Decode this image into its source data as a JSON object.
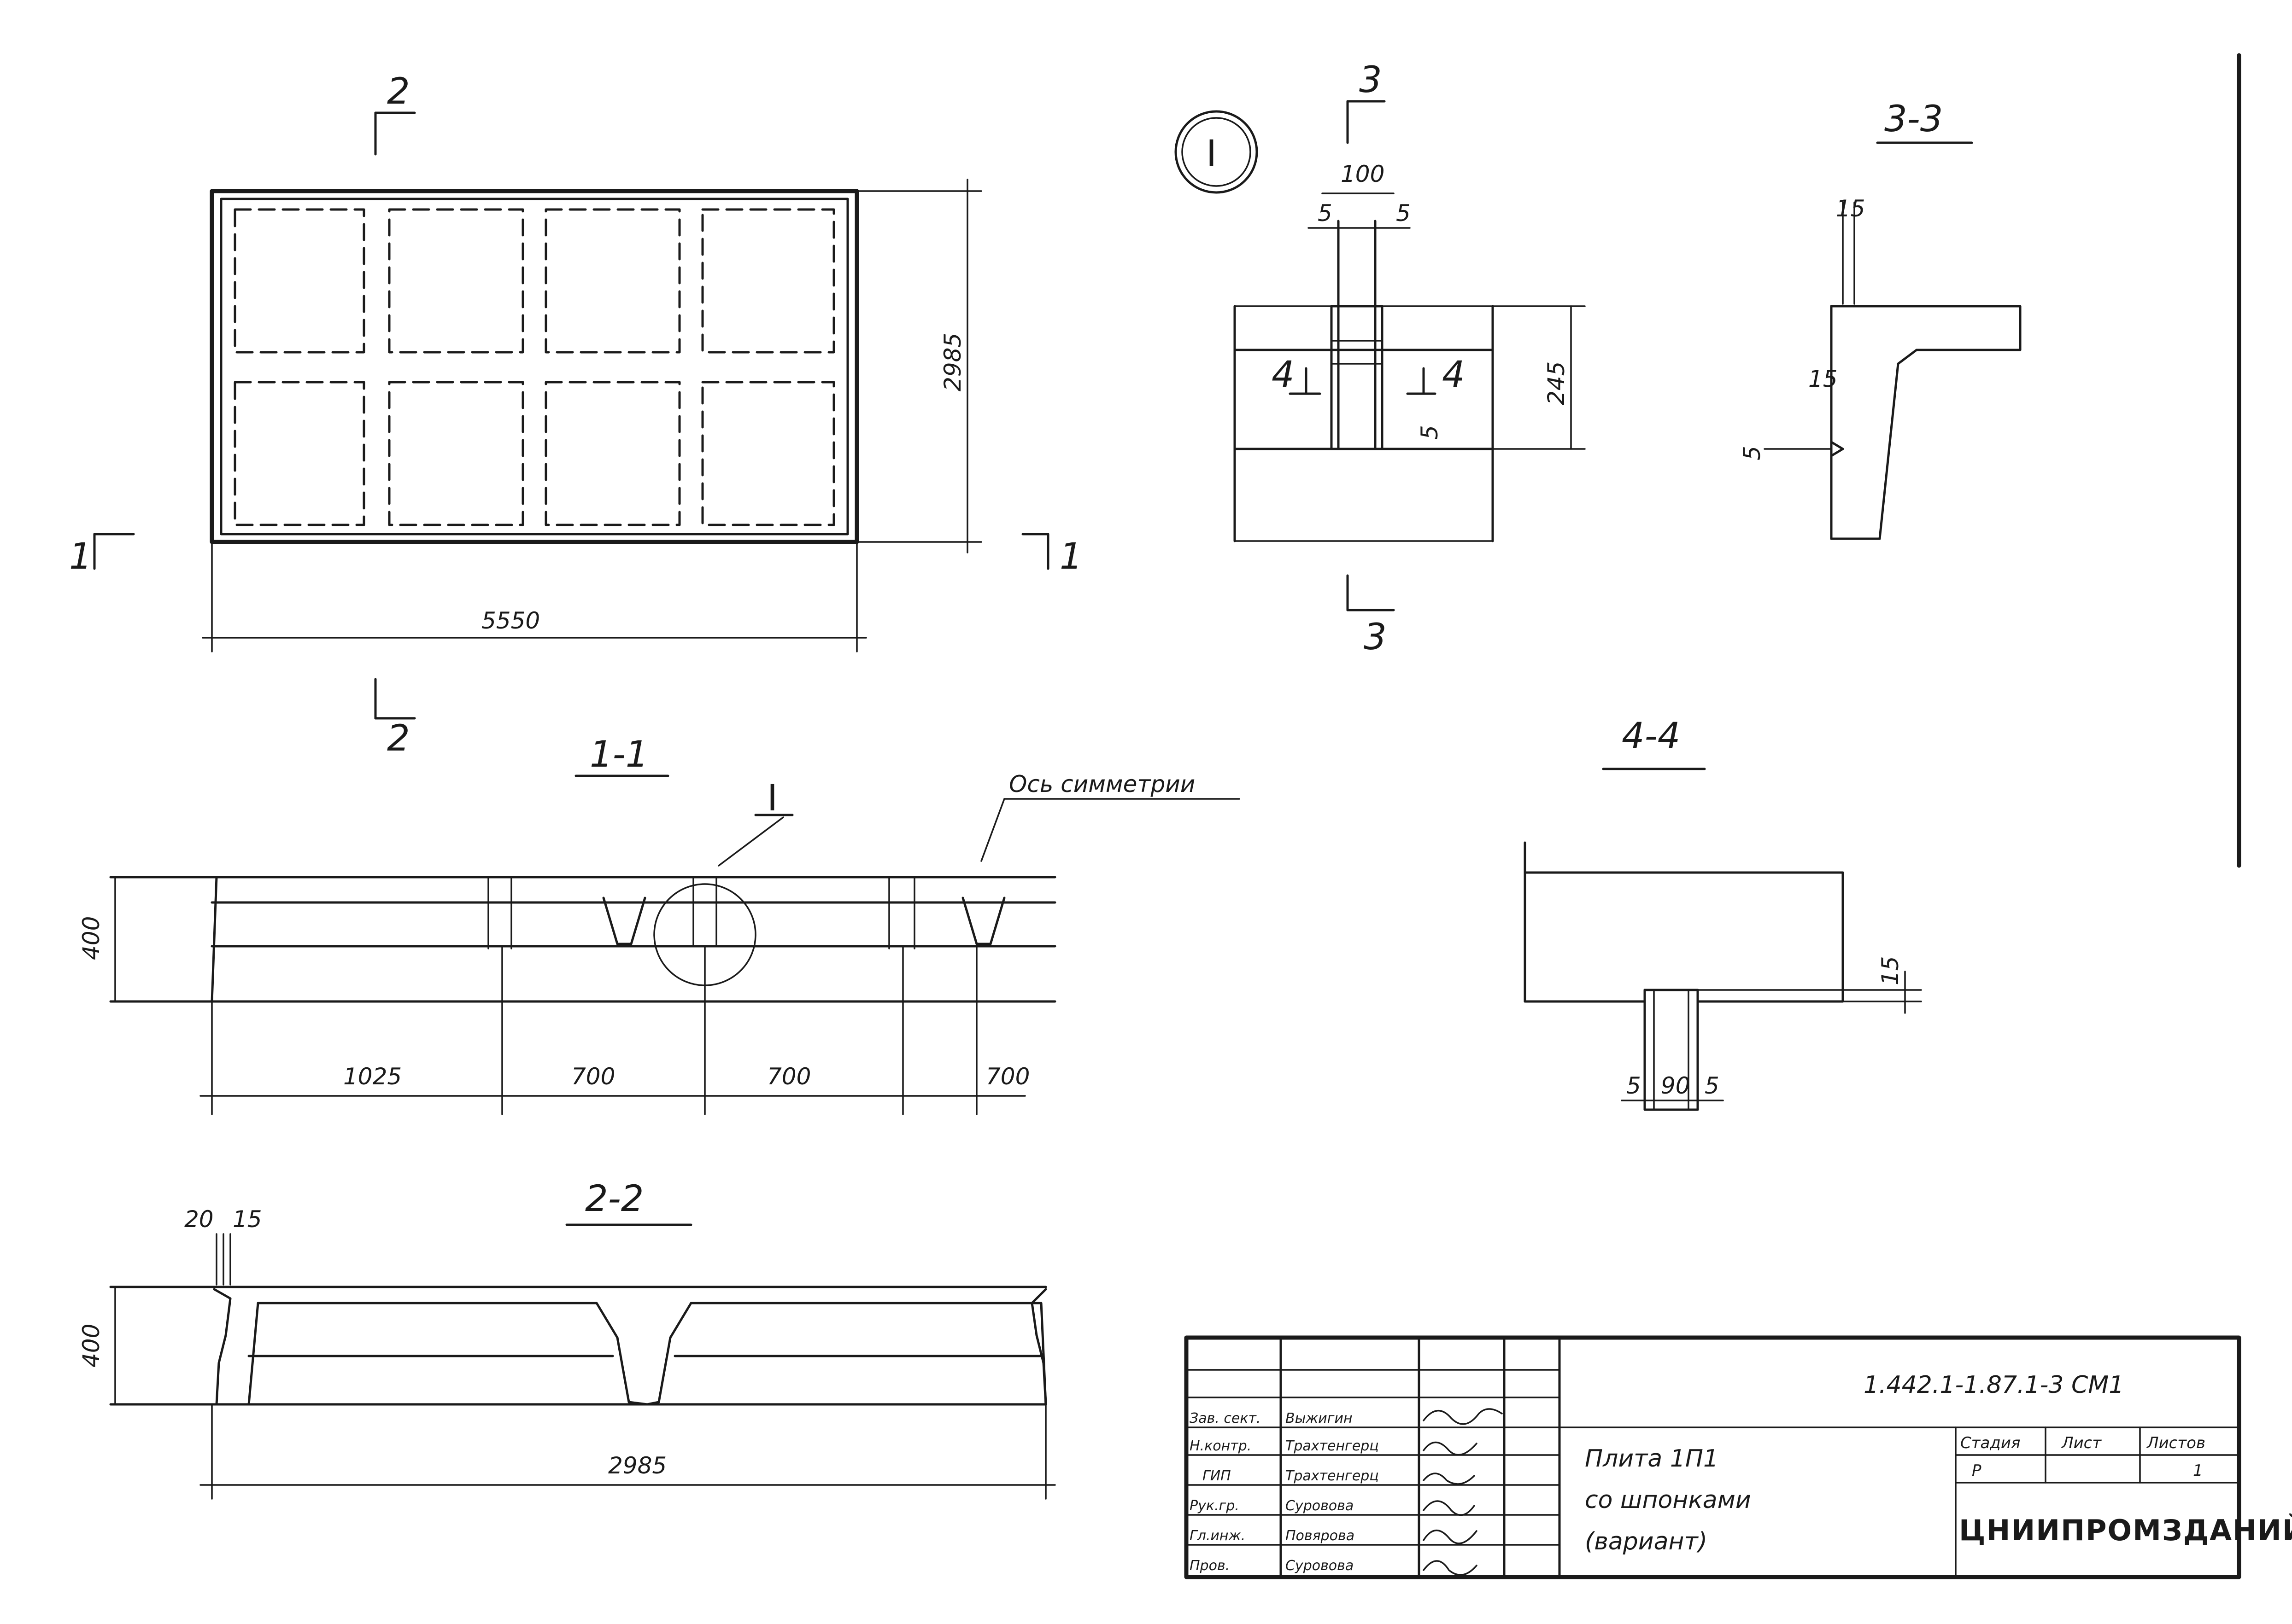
{
  "plan": {
    "length": "5550",
    "width": "2985",
    "cut1_left": "1",
    "cut1_right": "1",
    "cut2_top": "2",
    "cut2_bottom": "2"
  },
  "detail_I": {
    "marker": "I",
    "dim_100": "100",
    "dim_5a": "5",
    "dim_5b": "5",
    "dim_245": "245",
    "dim_5c": "5",
    "cut3_top": "3",
    "cut3_bottom": "3",
    "cut4_left": "4",
    "cut4_right": "4"
  },
  "section_3_3": {
    "title": "3-3",
    "dim_15a": "15",
    "dim_15b": "15",
    "dim_5": "5"
  },
  "section_1_1": {
    "title": "1-1",
    "marker": "I",
    "axis_note": "Ось симметрии",
    "height": "400",
    "dims": [
      "1025",
      "700",
      "700",
      "700"
    ]
  },
  "section_4_4": {
    "title": "4-4",
    "dim_15": "15",
    "dim_5a": "5",
    "dim_90": "90",
    "dim_5b": "5"
  },
  "section_2_2": {
    "title": "2-2",
    "height": "400",
    "width": "2985",
    "dim_20": "20",
    "dim_15": "15"
  },
  "title_block": {
    "code": "1.442.1-1.87.1-3 СМ1",
    "roles": [
      "Зав. сект.",
      "Н.контр.",
      "ГИП",
      "Рук.гр.",
      "Гл.инж.",
      "Пров."
    ],
    "names": [
      "Выжигин",
      "Трахтенгерц",
      "Трахтенгерц",
      "Суровова",
      "Повярова",
      "Суровова"
    ],
    "title_line1": "Плита 1П1",
    "title_line2": "со шпонками",
    "title_line3": "(вариант)",
    "stage_label": "Стадия",
    "sheet_label": "Лист",
    "sheets_label": "Листов",
    "stage": "Р",
    "sheets": "1",
    "organization": "ЦНИИПРОМЗДАНИЙ"
  }
}
